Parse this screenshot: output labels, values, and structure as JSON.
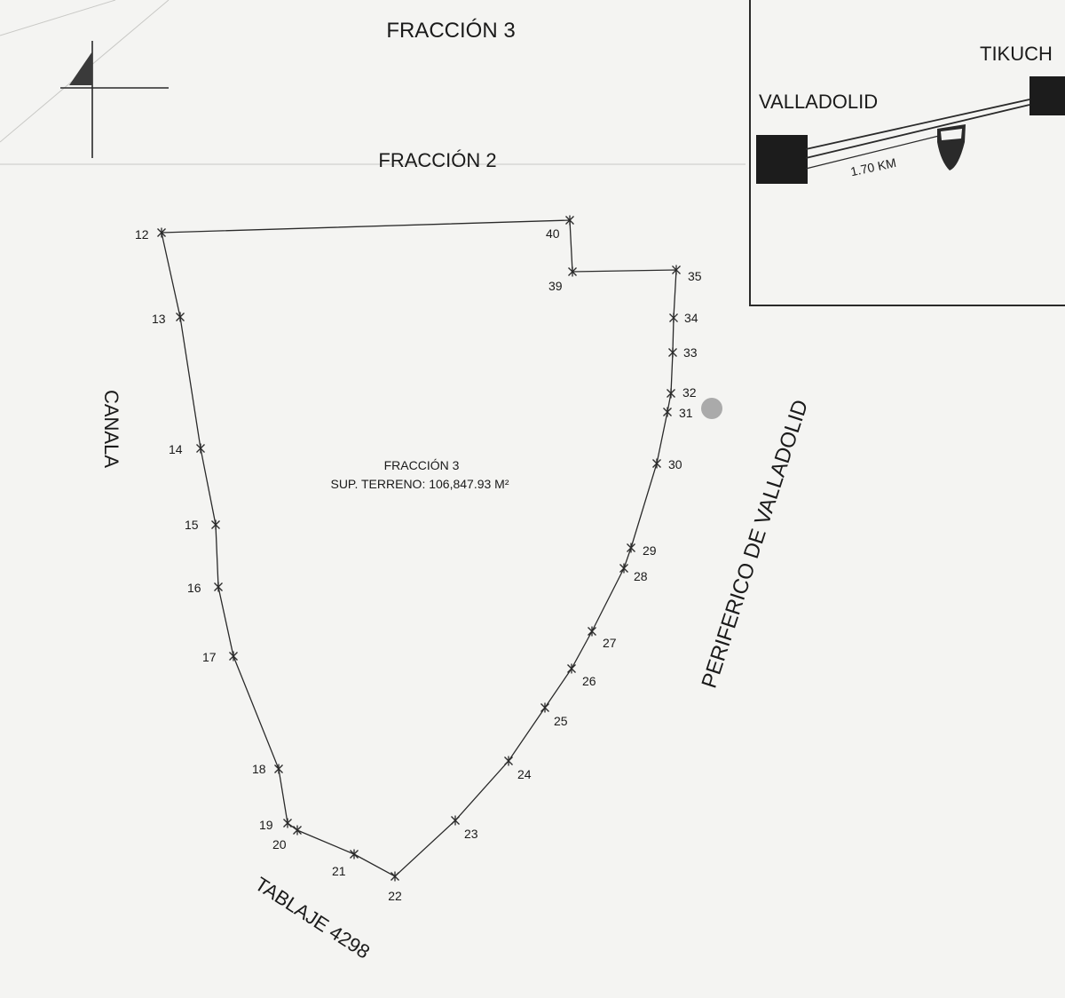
{
  "labels": {
    "fraccion3_top": "FRACCIÓN 3",
    "fraccion2": "FRACCIÓN 2",
    "canala": "CANALA",
    "periferico": "PERIFERICO DE VALLADOLID",
    "tablaje": "TABLAJE 4298",
    "parcel_title": "FRACCIÓN 3",
    "parcel_area": "SUP. TERRENO: 106,847.93 M²"
  },
  "inset": {
    "valladolid": "VALLADOLID",
    "tikuch": "TIKUCH",
    "distance": "1.70 KM"
  },
  "vertices": [
    {
      "id": "12",
      "label": "12"
    },
    {
      "id": "13",
      "label": "13"
    },
    {
      "id": "14",
      "label": "14"
    },
    {
      "id": "15",
      "label": "15"
    },
    {
      "id": "16",
      "label": "16"
    },
    {
      "id": "17",
      "label": "17"
    },
    {
      "id": "18",
      "label": "18"
    },
    {
      "id": "19",
      "label": "19"
    },
    {
      "id": "20",
      "label": "20"
    },
    {
      "id": "21",
      "label": "21"
    },
    {
      "id": "22",
      "label": "22"
    },
    {
      "id": "23",
      "label": "23"
    },
    {
      "id": "24",
      "label": "24"
    },
    {
      "id": "25",
      "label": "25"
    },
    {
      "id": "26",
      "label": "26"
    },
    {
      "id": "27",
      "label": "27"
    },
    {
      "id": "28",
      "label": "28"
    },
    {
      "id": "29",
      "label": "29"
    },
    {
      "id": "30",
      "label": "30"
    },
    {
      "id": "31",
      "label": "31"
    },
    {
      "id": "32",
      "label": "32"
    },
    {
      "id": "33",
      "label": "33"
    },
    {
      "id": "34",
      "label": "34"
    },
    {
      "id": "35",
      "label": "35"
    },
    {
      "id": "39",
      "label": "39"
    },
    {
      "id": "40",
      "label": "40"
    }
  ]
}
